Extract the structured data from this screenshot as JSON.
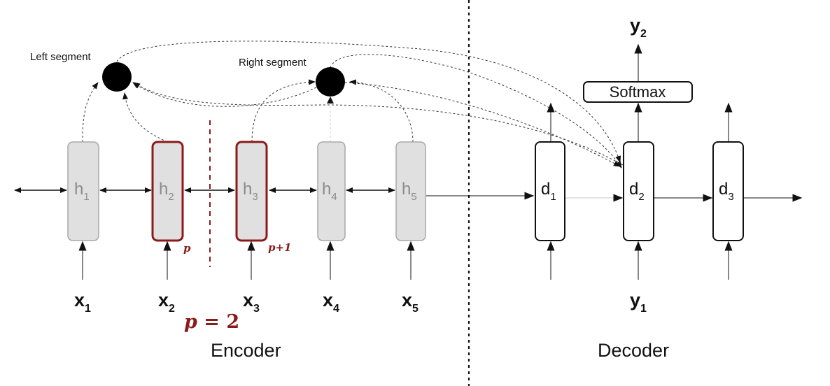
{
  "encoder": {
    "title": "Encoder",
    "hidden_states": [
      {
        "base": "h",
        "sub": "1",
        "highlighted": false
      },
      {
        "base": "h",
        "sub": "2",
        "highlighted": true
      },
      {
        "base": "h",
        "sub": "3",
        "highlighted": true
      },
      {
        "base": "h",
        "sub": "4",
        "highlighted": false
      },
      {
        "base": "h",
        "sub": "5",
        "highlighted": false
      }
    ],
    "inputs": [
      {
        "base": "x",
        "sub": "1"
      },
      {
        "base": "x",
        "sub": "2"
      },
      {
        "base": "x",
        "sub": "3"
      },
      {
        "base": "x",
        "sub": "4"
      },
      {
        "base": "x",
        "sub": "5"
      }
    ],
    "position_labels": {
      "p": "p",
      "p_plus_1": "p+1"
    },
    "split_label": {
      "var": "p",
      "rest": " = 2"
    },
    "left_segment_label": "Left segment",
    "right_segment_label": "Right segment"
  },
  "decoder": {
    "title": "Decoder",
    "states": [
      {
        "base": "d",
        "sub": "1"
      },
      {
        "base": "d",
        "sub": "2"
      },
      {
        "base": "d",
        "sub": "3"
      }
    ],
    "input": {
      "base": "y",
      "sub": "1"
    },
    "output": {
      "base": "y",
      "sub": "2"
    },
    "softmax_label": "Softmax"
  },
  "colors": {
    "highlight": "#8b1a1a",
    "encoder_fill": "#e0e0e0",
    "encoder_stroke": "#a8a8a8",
    "encoder_text": "#8c8c8c",
    "line": "#111111"
  }
}
